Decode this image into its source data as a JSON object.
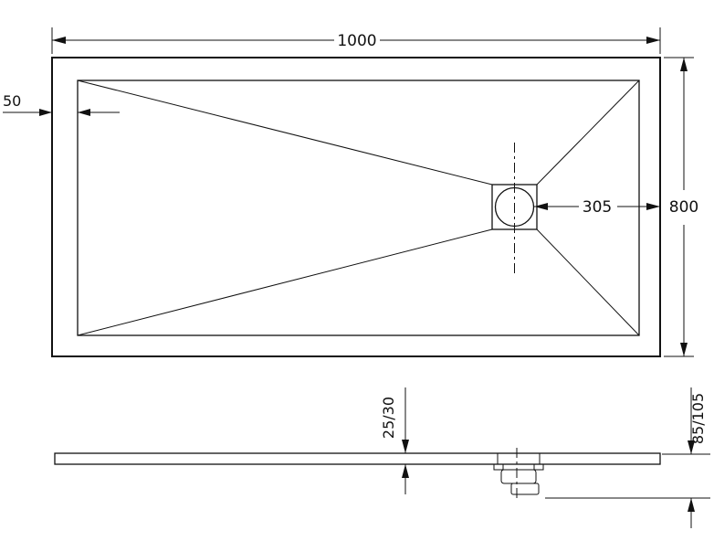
{
  "drawing": {
    "type": "shower-tray-technical-drawing",
    "views": {
      "plan": "top view of rectangular shower tray with corner slope lines converging to square drain with round waste",
      "elevation": "side profile of tray with waste trap below"
    },
    "labels": {
      "overall_width": "1000",
      "overall_depth": "800",
      "edge_inset": "50",
      "drain_offset": "305",
      "tray_thickness": "25/30",
      "overall_height": "85/105"
    },
    "colors": {
      "line": "#111111",
      "background": "#ffffff"
    }
  }
}
